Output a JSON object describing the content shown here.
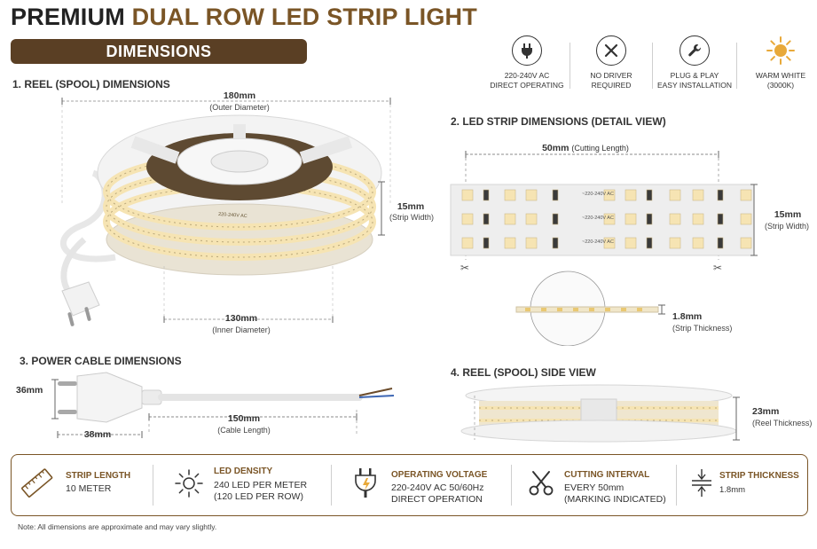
{
  "title": {
    "part1": "PREMIUM",
    "part2": "DUAL ROW LED STRIP LIGHT"
  },
  "banner": "DIMENSIONS",
  "features": [
    {
      "icon": "plug-icon",
      "line1": "220-240V AC",
      "line2": "DIRECT OPERATING"
    },
    {
      "icon": "no-driver-icon",
      "line1": "NO DRIVER",
      "line2": "REQUIRED"
    },
    {
      "icon": "wrench-icon",
      "line1": "PLUG & PLAY",
      "line2": "EASY INSTALLATION"
    },
    {
      "icon": "sun-icon",
      "line1": "WARM WHITE",
      "line2": "(3000K)"
    }
  ],
  "sections": {
    "reel": "1. REEL (SPOOL) DIMENSIONS",
    "strip": "2. LED STRIP DIMENSIONS (DETAIL VIEW)",
    "cable": "3. POWER CABLE DIMENSIONS",
    "side": "4. REEL (SPOOL) SIDE VIEW"
  },
  "reel": {
    "outer_value": "180mm",
    "outer_label": "(Outer Diameter)",
    "width_value": "15mm",
    "width_label": "(Strip Width)",
    "inner_value": "130mm",
    "inner_label": "(Inner Diameter)",
    "print": "220-240V AC"
  },
  "strip": {
    "cut_value": "50mm",
    "cut_label": "(Cutting Length)",
    "width_value": "15mm",
    "width_label": "(Strip Width)",
    "thick_value": "1.8mm",
    "thick_label": "(Strip Thickness)",
    "print": "~220-240V AC"
  },
  "cable": {
    "height_value": "36mm",
    "plug_value": "38mm",
    "length_value": "150mm",
    "length_label": "(Cable Length)"
  },
  "side": {
    "thick_value": "23mm",
    "thick_label": "(Reel Thickness)"
  },
  "specs": [
    {
      "icon": "ruler-icon",
      "title": "STRIP LENGTH",
      "lines": [
        "10 METER"
      ]
    },
    {
      "icon": "sun-outline-icon",
      "title": "LED DENSITY",
      "lines": [
        "240 LED PER METER",
        "(120 LED PER ROW)"
      ]
    },
    {
      "icon": "plug-bolt-icon",
      "title": "OPERATING VOLTAGE",
      "lines": [
        "220-240V AC 50/60Hz",
        "DIRECT OPERATION"
      ]
    },
    {
      "icon": "scissors-icon",
      "title": "CUTTING INTERVAL",
      "lines": [
        "EVERY 50mm",
        "(MARKING INDICATED)"
      ]
    },
    {
      "icon": "thickness-icon",
      "title": "STRIP THICKNESS",
      "lines": [
        "1.8mm"
      ]
    }
  ],
  "note": "Note: All dimensions are approximate and may vary slightly.",
  "colors": {
    "brown": "#7a5526",
    "banner": "#5a3f24",
    "led": "#f6e4b3",
    "sun": "#e8a93a"
  }
}
